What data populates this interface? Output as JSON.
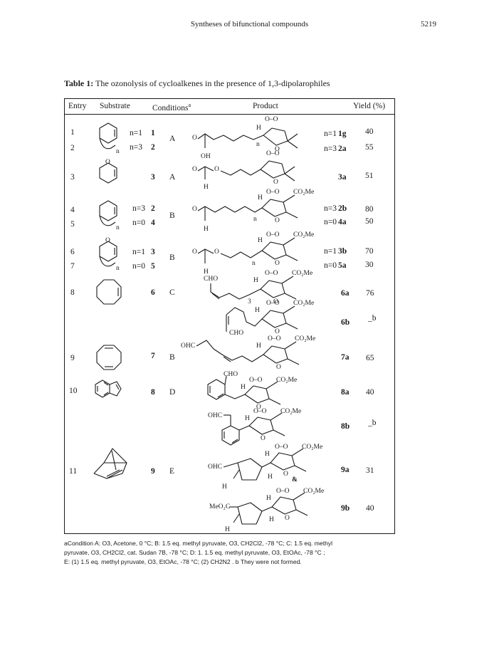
{
  "running_header": {
    "title": "Syntheses of bifunctional compounds",
    "page": "5219"
  },
  "caption": {
    "label": "Table 1:",
    "text": "The ozonolysis of cycloalkenes in the presence of 1,3-dipolarophiles"
  },
  "columns": {
    "entry": "Entry",
    "substrate": "Substrate",
    "conditions": "Conditions",
    "conditions_sup": "a",
    "product": "Product",
    "yield": "Yield (%)"
  },
  "rows": [
    {
      "entry": "1",
      "sub_n": "n=1",
      "sub_id": "1",
      "cond": "A",
      "prod_n": "n=1",
      "prod_id": "1g",
      "yield": "40"
    },
    {
      "entry": "2",
      "sub_n": "n=3",
      "sub_id": "2",
      "cond": "",
      "prod_n": "n=3",
      "prod_id": "2a",
      "yield": "55"
    },
    {
      "entry": "3",
      "sub_n": "",
      "sub_id": "3",
      "cond": "A",
      "prod_n": "",
      "prod_id": "3a",
      "yield": "51"
    },
    {
      "entry": "4",
      "sub_n": "n=3",
      "sub_id": "2",
      "cond": "B",
      "prod_n": "n=3",
      "prod_id": "2b",
      "yield": "80"
    },
    {
      "entry": "5",
      "sub_n": "n=0",
      "sub_id": "4",
      "cond": "",
      "prod_n": "n=0",
      "prod_id": "4a",
      "yield": "50"
    },
    {
      "entry": "6",
      "sub_n": "n=1",
      "sub_id": "3",
      "cond": "B",
      "prod_n": "n=1",
      "prod_id": "3b",
      "yield": "70"
    },
    {
      "entry": "7",
      "sub_n": "n=0",
      "sub_id": "5",
      "cond": "",
      "prod_n": "n=0",
      "prod_id": "5a",
      "yield": "30"
    },
    {
      "entry": "8",
      "sub_n": "",
      "sub_id": "6",
      "cond": "C",
      "prod_n": "",
      "prod_id": "6a",
      "yield": "76"
    },
    {
      "entry": "",
      "sub_n": "",
      "sub_id": "",
      "cond": "",
      "prod_n": "",
      "prod_id": "6b",
      "yield": "_b"
    },
    {
      "entry": "9",
      "sub_n": "",
      "sub_id": "7",
      "cond": "B",
      "prod_n": "",
      "prod_id": "7a",
      "yield": "65"
    },
    {
      "entry": "10",
      "sub_n": "",
      "sub_id": "8",
      "cond": "D",
      "prod_n": "",
      "prod_id": "8a",
      "yield": "40"
    },
    {
      "entry": "",
      "sub_n": "",
      "sub_id": "",
      "cond": "",
      "prod_n": "",
      "prod_id": "8b",
      "yield": "_b"
    },
    {
      "entry": "11",
      "sub_n": "",
      "sub_id": "9",
      "cond": "E",
      "prod_n": "",
      "prod_id": "9a",
      "yield": "31"
    },
    {
      "entry": "",
      "sub_n": "",
      "sub_id": "",
      "cond": "",
      "prod_n": "",
      "prod_id": "9b",
      "yield": "40"
    }
  ],
  "structure_labels": {
    "n": "n",
    "o": "O",
    "oo": "O–O",
    "h": "H",
    "oh": "OH",
    "co2me": "CO₂Me",
    "cho": "CHO",
    "ohc": "OHC",
    "meo2c": "MeO₂C",
    "three": "3",
    "amp": "&"
  },
  "footnote": {
    "line1": "aCondition A: O3, Acetone, 0 °C; B: 1.5 eq. methyl pyruvate, O3, CH2Cl2, -78 °C; C: 1.5 eq. methyl",
    "line2": "pyruvate, O3, CH2Cl2, cat. Sudan 7B, -78 °C; D: 1. 1.5 eq. methyl pyruvate, O3, EtOAc, -78 °C ;",
    "line3": "E: (1) 1.5 eq. methyl pyruvate, O3, EtOAc, -78 °C; (2) CH2N2 .   b They were not formed."
  }
}
